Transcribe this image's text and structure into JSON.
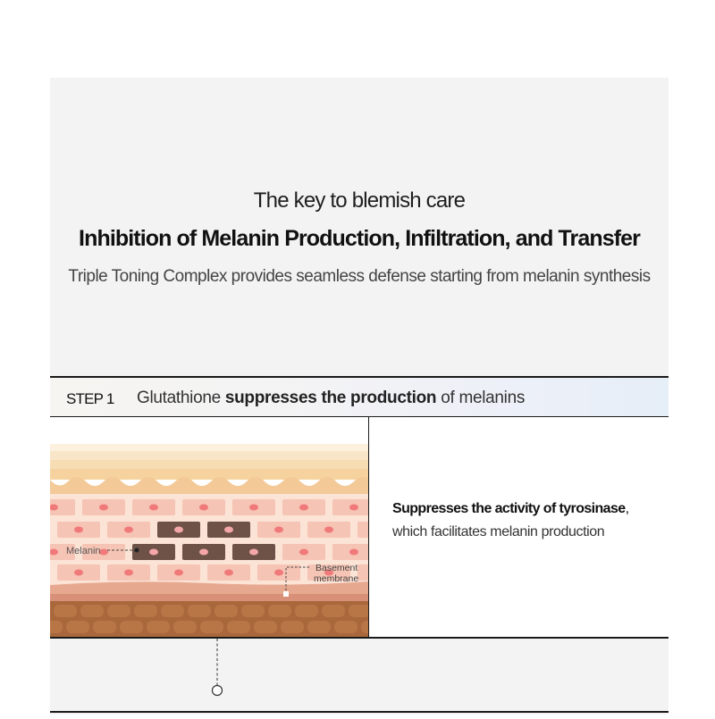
{
  "hero": {
    "kicker": "The key to blemish care",
    "title": "Inhibition of Melanin Production, Infiltration, and Transfer",
    "subtitle": "Triple Toning Complex provides seamless defense starting from melanin synthesis"
  },
  "step": {
    "label": "STEP 1",
    "text_pre": "Glutathione ",
    "text_bold": "suppresses the production",
    "text_post": " of melanins"
  },
  "diagram": {
    "melanin_label": "Melanin",
    "basement_label_1": "Basement",
    "basement_label_2": "membrane"
  },
  "description": {
    "line1_bold": "Suppresses the activity of tyrosinase",
    "line1_comma": ",",
    "line2": "which facilitates melanin production"
  },
  "colors": {
    "panel_bg": "#f3f3f3",
    "melanin_cell": "#6e5247",
    "skin_cell": "#f6c4b4",
    "cell_nucleus": "#f07a7a",
    "basement_layer": "#d99078",
    "dermis": "#a8683c"
  }
}
